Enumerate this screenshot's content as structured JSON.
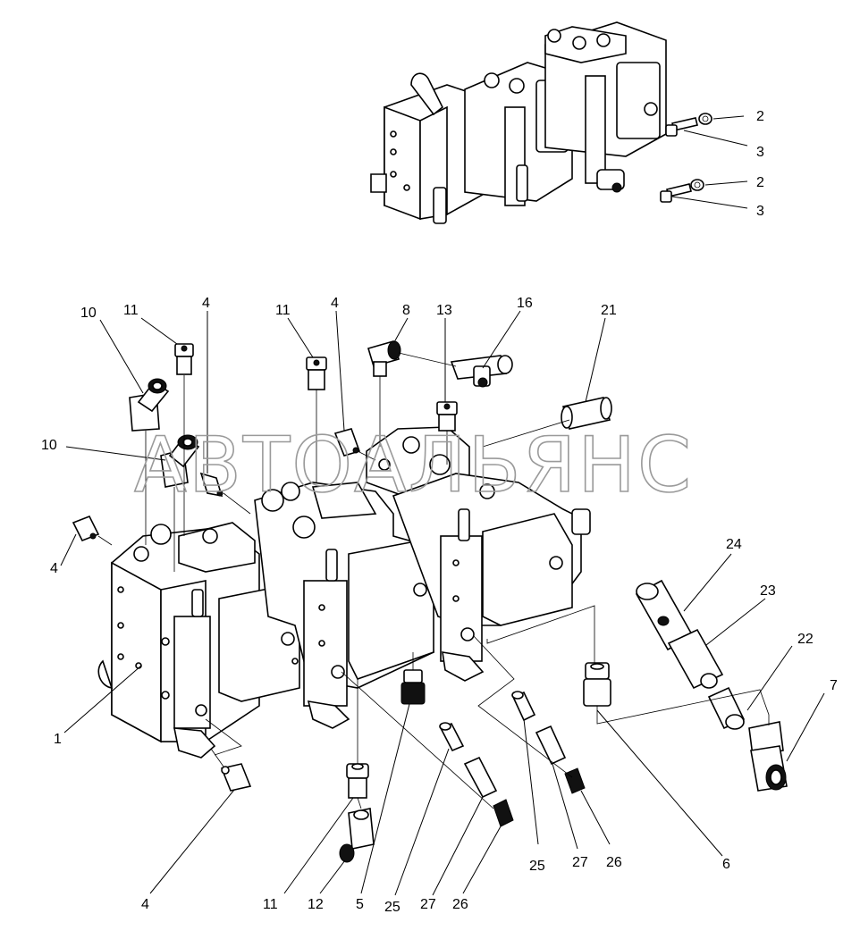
{
  "watermark": "АВТОАЛЬЯНС",
  "callouts": [
    {
      "id": "c-2a",
      "text": "2"
    },
    {
      "id": "c-3a",
      "text": "3"
    },
    {
      "id": "c-2b",
      "text": "2"
    },
    {
      "id": "c-3b",
      "text": "3"
    },
    {
      "id": "c-10a",
      "text": "10"
    },
    {
      "id": "c-11a",
      "text": "11"
    },
    {
      "id": "c-4a",
      "text": "4"
    },
    {
      "id": "c-11b",
      "text": "11"
    },
    {
      "id": "c-4b",
      "text": "4"
    },
    {
      "id": "c-8",
      "text": "8"
    },
    {
      "id": "c-13",
      "text": "13"
    },
    {
      "id": "c-16",
      "text": "16"
    },
    {
      "id": "c-21",
      "text": "21"
    },
    {
      "id": "c-10b",
      "text": "10"
    },
    {
      "id": "c-4c",
      "text": "4"
    },
    {
      "id": "c-24",
      "text": "24"
    },
    {
      "id": "c-23",
      "text": "23"
    },
    {
      "id": "c-22",
      "text": "22"
    },
    {
      "id": "c-7",
      "text": "7"
    },
    {
      "id": "c-1",
      "text": "1"
    },
    {
      "id": "c-6",
      "text": "6"
    },
    {
      "id": "c-25a",
      "text": "25"
    },
    {
      "id": "c-27a",
      "text": "27"
    },
    {
      "id": "c-26a",
      "text": "26"
    },
    {
      "id": "c-4d",
      "text": "4"
    },
    {
      "id": "c-11c",
      "text": "11"
    },
    {
      "id": "c-12",
      "text": "12"
    },
    {
      "id": "c-5",
      "text": "5"
    },
    {
      "id": "c-25b",
      "text": "25"
    },
    {
      "id": "c-27b",
      "text": "27"
    },
    {
      "id": "c-26b",
      "text": "26"
    }
  ]
}
